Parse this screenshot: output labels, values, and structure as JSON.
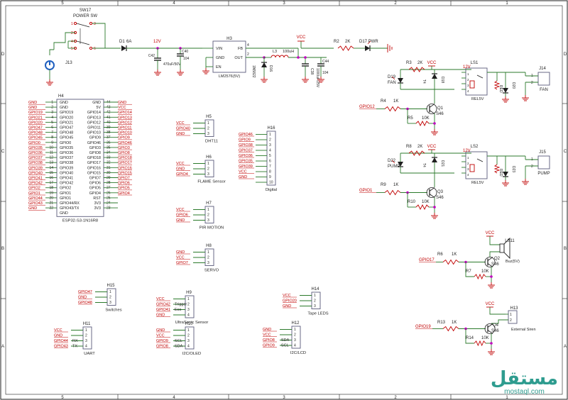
{
  "sheet": {
    "col_labels": [
      "5",
      "4",
      "3",
      "2",
      "1"
    ],
    "row_labels": [
      "D",
      "C",
      "B",
      "A"
    ]
  },
  "colors": {
    "wire": "#2b7a2b",
    "net": "#c00000",
    "part": "#1f1f1f",
    "body": "#5a5a7a",
    "junction": "#c000c0"
  },
  "power": {
    "sw_ref": "SW17",
    "sw_name": "POWER SW",
    "jack_ref": "J13",
    "d1": "D1",
    "fuse": "6A",
    "v12": "12V",
    "c42": "C42",
    "c42_val": "470uF/50V",
    "c40": "C40",
    "c40_val": "104",
    "reg_ref": "H3",
    "reg_vin": "VIN",
    "reg_gnd": "GND",
    "reg_en": "EN",
    "reg_fb": "FB",
    "reg_out": "OUT",
    "reg_val": "LM2576(5V)",
    "d16": "D16",
    "d16_val": "1N5822",
    "l3": "L3",
    "l3_val": "100uH",
    "c38": "C38",
    "c38_val": "1000uF/25V",
    "c44": "C44",
    "c44_val": "104",
    "vcc": "VCC",
    "r2": "R2",
    "r2_val": "2K",
    "d17": "D17 PWR"
  },
  "mcu": {
    "ref": "H4",
    "name": "ESP32-S3-1N16R8",
    "rows": [
      {
        "ln": "GND",
        "lp": "1",
        "li": "GND",
        "ri": "GND",
        "rp": "44",
        "rn": "GND"
      },
      {
        "ln": "GND",
        "lp": "2",
        "li": "GND",
        "ri": "5V",
        "rp": "43",
        "rn": "VCC"
      },
      {
        "ln": "GPIO19",
        "lp": "3",
        "li": "GPIO19",
        "ri": "GPIO14",
        "rp": "42",
        "rn": "GPIO14"
      },
      {
        "ln": "GPIO21",
        "lp": "4",
        "li": "GPIO20",
        "ri": "GPIO13",
        "rp": "41",
        "rn": "GPIO13"
      },
      {
        "ln": "GPIO20",
        "lp": "5",
        "li": "GPIO21",
        "ri": "GPIO12",
        "rp": "40",
        "rn": "GPIO12"
      },
      {
        "ln": "GPIO47",
        "lp": "6",
        "li": "GPIO47",
        "ri": "GPIO11",
        "rp": "39",
        "rn": "GPIO11"
      },
      {
        "ln": "GPIO48",
        "lp": "7",
        "li": "GPIO48",
        "ri": "GPIO10",
        "rp": "38",
        "rn": "GPIO10"
      },
      {
        "ln": "GPIO45",
        "lp": "8",
        "li": "GPIO45",
        "ri": "GPIO9",
        "rp": "37",
        "rn": "GPIO9"
      },
      {
        "ln": "GPIO0",
        "lp": "9",
        "li": "GPIO0",
        "ri": "GPIO46",
        "rp": "36",
        "rn": "GPIO46"
      },
      {
        "ln": "GPIO35",
        "lp": "10",
        "li": "GPIO35",
        "ri": "GPIO3",
        "rp": "35",
        "rn": "GPIO3"
      },
      {
        "ln": "GPIO36",
        "lp": "11",
        "li": "GPIO36",
        "ri": "GPIO8",
        "rp": "34",
        "rn": "GPIO8"
      },
      {
        "ln": "GPIO37",
        "lp": "12",
        "li": "GPIO37",
        "ri": "GPIO18",
        "rp": "33",
        "rn": "GPIO18"
      },
      {
        "ln": "GPIO38",
        "lp": "13",
        "li": "GPIO38",
        "ri": "GPIO17",
        "rp": "32",
        "rn": "GPIO17"
      },
      {
        "ln": "GPIO39",
        "lp": "14",
        "li": "GPIO39",
        "ri": "GPIO16",
        "rp": "31",
        "rn": "GPIO16"
      },
      {
        "ln": "GPIO40",
        "lp": "15",
        "li": "GPIO40",
        "ri": "GPIO15",
        "rp": "30",
        "rn": "GPIO15"
      },
      {
        "ln": "GPIO41",
        "lp": "16",
        "li": "GPIO41",
        "ri": "GPIO7",
        "rp": "29",
        "rn": "GPIO7"
      },
      {
        "ln": "GPIO42",
        "lp": "17",
        "li": "GPIO42",
        "ri": "GPIO6",
        "rp": "28",
        "rn": "GPIO6"
      },
      {
        "ln": "GPIO2",
        "lp": "18",
        "li": "GPIO2",
        "ri": "GPIO5",
        "rp": "27",
        "rn": "GPIO5"
      },
      {
        "ln": "GPIO1",
        "lp": "19",
        "li": "GPIO1",
        "ri": "GPIO4",
        "rp": "26",
        "rn": "GPIO4"
      },
      {
        "ln": "GPIO44",
        "lp": "20",
        "li": "GPIO1",
        "ri": "RST",
        "rp": "25",
        "rn": ""
      },
      {
        "ln": "GPIO43",
        "lp": "21",
        "li": "GPIO44/RX",
        "ri": "3V3",
        "rp": "24",
        "rn": ""
      },
      {
        "ln": "GND",
        "lp": "22",
        "li": "GPIO43/TX",
        "ri": "3V3",
        "rp": "23",
        "rn": ""
      },
      {
        "ln": "",
        "lp": "",
        "li": "GND",
        "ri": "",
        "rp": "",
        "rn": ""
      }
    ]
  },
  "sensors": [
    {
      "ref": "H5",
      "name": "DHT11",
      "pins": [
        "1",
        "2",
        "3"
      ],
      "nets": [
        "VCC",
        "GPIO40",
        "GND"
      ],
      "sigs": [
        "",
        "",
        ""
      ]
    },
    {
      "ref": "H6",
      "name": "FLAME Sensor",
      "pins": [
        "1",
        "2",
        "3"
      ],
      "nets": [
        "VCC",
        "GND",
        "GPIO4"
      ],
      "sigs": [
        "",
        "",
        ""
      ]
    },
    {
      "ref": "H7",
      "name": "PIR MOTION",
      "pins": [
        "1",
        "2",
        "3"
      ],
      "nets": [
        "VCC",
        "GPIO6",
        "GND"
      ],
      "sigs": [
        "",
        "",
        ""
      ]
    },
    {
      "ref": "H8",
      "name": "SERVO",
      "pins": [
        "1",
        "2",
        "3"
      ],
      "nets": [
        "GND",
        "VCC",
        "GPIO7"
      ],
      "sigs": [
        "",
        "",
        ""
      ]
    },
    {
      "ref": "H9",
      "name": "UltraSonic Sensor",
      "pins": [
        "1",
        "2",
        "3",
        "4"
      ],
      "nets": [
        "VCC",
        "GPIO42",
        "GPIO41",
        "GND"
      ],
      "sigs": [
        "",
        "Trigger",
        "Eco",
        ""
      ]
    },
    {
      "ref": "H10",
      "name": "I2C/OLED",
      "pins": [
        "1",
        "2",
        "3",
        "4"
      ],
      "nets": [
        "GND",
        "VCC",
        "GPIO9",
        "GPIO8"
      ],
      "sigs": [
        "",
        "",
        "SCL",
        "SDA"
      ]
    },
    {
      "ref": "H15",
      "name": "Switches",
      "pins": [
        "1",
        "2",
        "3"
      ],
      "nets": [
        "GPIO47",
        "GND",
        "GPIO48"
      ],
      "sigs": [
        "",
        "",
        ""
      ]
    },
    {
      "ref": "H11",
      "name": "UART",
      "pins": [
        "1",
        "2",
        "3",
        "4"
      ],
      "nets": [
        "VCC",
        "GND",
        "GPIO44",
        "GPIO43"
      ],
      "sigs": [
        "",
        "",
        "RX",
        "TX"
      ]
    },
    {
      "ref": "H14",
      "name": "Tape LEDS",
      "pins": [
        "1",
        "2",
        "3"
      ],
      "nets": [
        "VCC",
        "GPIO20",
        "GND"
      ],
      "sigs": [
        "",
        "",
        ""
      ]
    },
    {
      "ref": "H12",
      "name": "I2C/LCD",
      "pins": [
        "1",
        "2",
        "3",
        "4"
      ],
      "nets": [
        "GND",
        "VCC",
        "GPIO8",
        "GPIO9"
      ],
      "sigs": [
        "",
        "",
        "SDA",
        "SCL"
      ]
    }
  ],
  "digital": {
    "ref": "H16",
    "name": "Digital",
    "nets": [
      "GPIO46",
      "GPIO9",
      "GPIO38",
      "GPIO37",
      "GPIO36",
      "GPIO35",
      "GPIO39",
      "VCC",
      "GND",
      ""
    ],
    "pins": [
      "1",
      "2",
      "3",
      "4",
      "5",
      "6",
      "7",
      "8",
      "9",
      "10"
    ]
  },
  "relay1": {
    "r3": "R3",
    "r3_val": "2K",
    "vcc": "VCC",
    "ls": "LS1",
    "v12": "12V",
    "d19": "D19",
    "d19_name": "FAN",
    "d18": "D18",
    "t": "T4",
    "rel": "REL5V",
    "rled": "RED",
    "d20": "D20",
    "j": "J14",
    "j_name": "FAN",
    "r4": "R4",
    "r4_val": "1K",
    "r5": "R5",
    "r5_val": "10K",
    "q": "Q1",
    "q_val": "S46",
    "net": "GPIO12"
  },
  "relay2": {
    "r3": "R8",
    "r3_val": "2K",
    "vcc": "VCC",
    "ls": "LS2",
    "v12": "12V",
    "d19": "D22",
    "d19_name": "PUMP",
    "d18": "D21",
    "t": "T4",
    "rel": "REL5V",
    "rled": "RED",
    "d20": "D23",
    "j": "J15",
    "j_name": "PUMP",
    "r4": "R9",
    "r4_val": "1K",
    "r5": "R10",
    "r5_val": "10K",
    "q": "Q3",
    "q_val": "S46",
    "net": "GPIO1"
  },
  "buzzer": {
    "vcc": "VCC",
    "ls": "LS11",
    "name": "Buz(5V)",
    "r": "R6",
    "r_val": "1K",
    "r2": "R7",
    "r2_val": "10K",
    "q": "Q2",
    "q_val": "S46",
    "net": "GPIO17"
  },
  "siren": {
    "vcc": "VCC",
    "ref": "H13",
    "name": "External Siren",
    "pins": [
      "1",
      "2"
    ],
    "r": "R13",
    "r_val": "1K",
    "r2": "R14",
    "r2_val": "10K",
    "q": "Q4",
    "q_val": "S46",
    "net": "GPIO19"
  },
  "watermark": {
    "ar": "مستقل",
    "en": "mostaql.com"
  }
}
